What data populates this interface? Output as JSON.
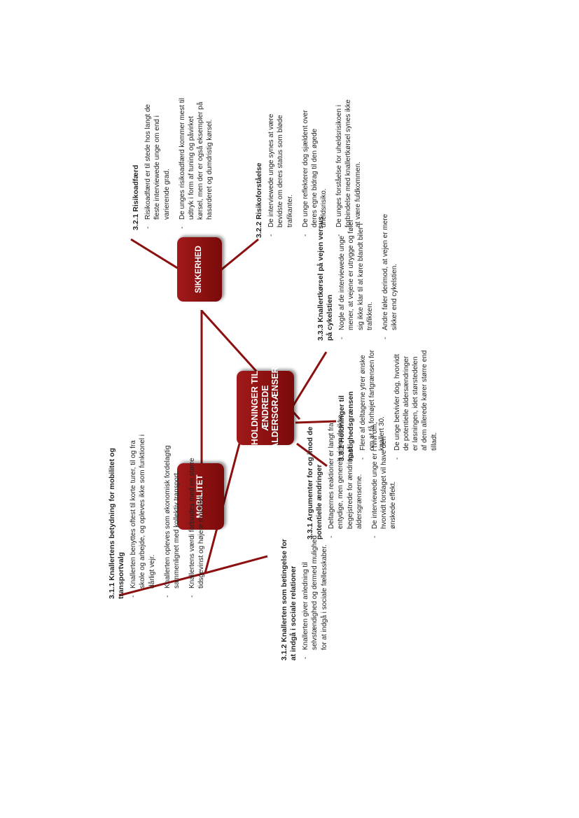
{
  "nodes": {
    "mobilitet": "MOBILITET",
    "sikkerhed": "SIKKERHED",
    "holdninger": "HOLDNINGER TIL\nÆNDREDE\nALDERSGRÆNSER"
  },
  "blocks": {
    "b311": {
      "title": "3.1.1 Knallertens betydning for mobilitet og transportvalg",
      "items": [
        "Knallerten benyttes oftest til korte turer, til og fra skole og arbejde, og opleves ikke som funktionel i dårligt vejr.",
        "Knallerten opleves som økonomisk fordelagtig sammenlignet med kollektiv transport.",
        "Knallertens værdi forbindes med en større tidsgevinst og højere mobilitet."
      ]
    },
    "b312": {
      "title": "3.1.2 Knallerten som betingelse for at indgå i sociale relationer",
      "items": [
        "Knallerten giver anledning til selvstændighed og dermed mulighed for at indgå i sociale fællesskaber."
      ]
    },
    "b331": {
      "title": "3.3.1 Argumenter for og imod de potentielle ændringer",
      "items": [
        "Deltagernes reaktioner er langt fra entydige, men generelt virker de ikke begejstrede for ændring af aldersgrænserne.",
        "De interviewede unge er i tvivl om, hvorvidt forslaget vil have den ønskede effekt."
      ]
    },
    "b332": {
      "title": "3.3.2 Holdninger til hastighedsgrænsen",
      "items": [
        "Flere af deltagerne ytrer ønske om at få forhøjet fartgrænsen for knallert 30.",
        "De unge betvivler dog, hvorvidt de potentielle aldersændringer er løsningen, idet størstedelen af dem allerede kører større end tilladt."
      ]
    },
    "b333": {
      "title": "3.3.3 Knallertkørsel på vejen versus på cykelstien",
      "items": [
        "Nogle af de interviewede unge mener, at vejene er utrygge og føler sig ikke klar til at køre blandt biler i trafikken.",
        "Andre føler derimod, at vejen er mere sikker end cykelstien."
      ]
    },
    "b321": {
      "title": "3.2.1 Risikoadfærd",
      "items": [
        "Risikoadfærd er til stede hos langt de fleste interviewede unge om end i varierende grad.",
        "De unges risikoadfærd kommer mest til udtryk i form af tuning og påvirket kørsel, men der er også eksempler på hasarderet og dumdristig kørsel."
      ]
    },
    "b322": {
      "title": "3.2.2 Risikoforståelse",
      "items": [
        "De interviewede unge synes at være bevidste om deres status som bløde trafikanter.",
        "De unge reflekterer dog sjældent over deres egne bidrag til den øgede uheldsrisiko.",
        "De unges forståelse for uheldsrisikoen i forbindelse med knallertkørsel synes ikke at være fuldkommen."
      ]
    }
  },
  "colors": {
    "node_fill": "#8b1010",
    "line": "#8b1010",
    "text": "#222222"
  }
}
